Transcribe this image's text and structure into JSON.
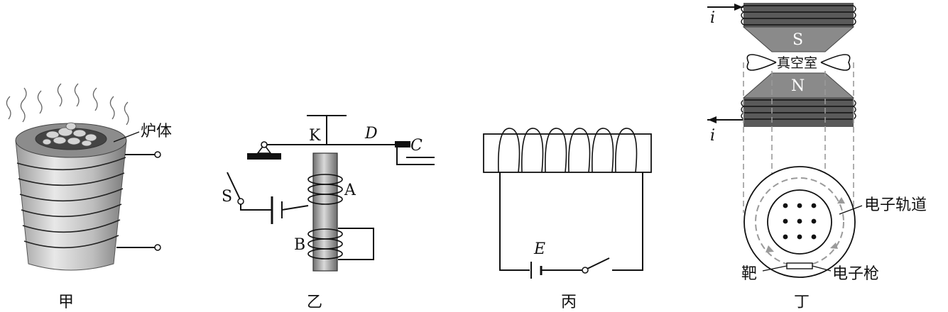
{
  "panels": [
    {
      "id": "jia",
      "caption": "甲",
      "labels": {
        "furnace": "炉体"
      }
    },
    {
      "id": "yi",
      "caption": "乙",
      "labels": {
        "K": "K",
        "D": "D",
        "C": "C",
        "S": "S",
        "A": "A",
        "B": "B"
      }
    },
    {
      "id": "bing",
      "caption": "丙",
      "labels": {
        "E": "E"
      }
    },
    {
      "id": "ding",
      "caption": "丁",
      "labels": {
        "i_top": "i",
        "i_bottom": "i",
        "S": "S",
        "N": "N",
        "vacuum": "真空室",
        "orbit": "电子轨道",
        "target": "靶",
        "gun": "电子枪"
      }
    }
  ],
  "colors": {
    "magnet_dark": "#5a5a5a",
    "magnet_mid": "#8a8a8a",
    "dashed": "#9a9a9a"
  }
}
